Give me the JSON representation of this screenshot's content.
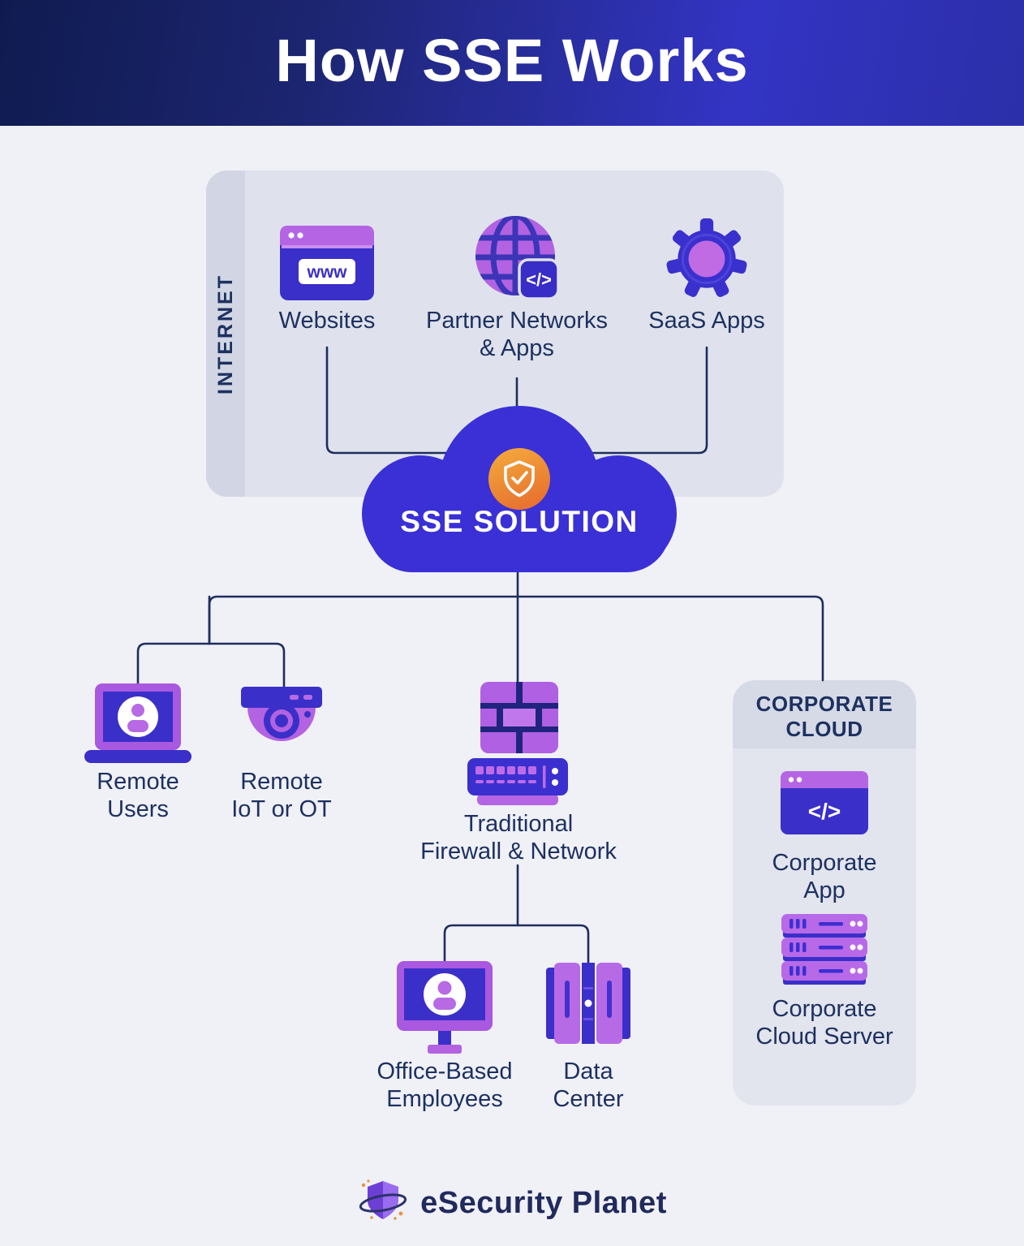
{
  "header": {
    "title": "How SSE Works"
  },
  "internet": {
    "side_label": "INTERNET",
    "items": [
      {
        "label": "Websites",
        "icon": "browser-www-icon",
        "icon_text": "www"
      },
      {
        "label": "Partner Networks\n& Apps",
        "icon": "globe-code-icon",
        "icon_text": "</>"
      },
      {
        "label": "SaaS Apps",
        "icon": "gear-icon"
      }
    ]
  },
  "sse_solution": {
    "label": "SSE SOLUTION",
    "icon": "shield-check-icon"
  },
  "endpoints": {
    "remote_users": {
      "label": "Remote\nUsers",
      "icon": "laptop-user-icon"
    },
    "remote_iot": {
      "label": "Remote\nIoT or OT",
      "icon": "security-camera-icon"
    },
    "firewall": {
      "label": "Traditional\nFirewall & Network",
      "icon": "firewall-brick-icon"
    },
    "office_employees": {
      "label": "Office-Based\nEmployees",
      "icon": "monitor-user-icon"
    },
    "data_center": {
      "label": "Data\nCenter",
      "icon": "server-cabinet-icon"
    }
  },
  "corporate_cloud": {
    "title": "CORPORATE\nCLOUD",
    "items": [
      {
        "label": "Corporate\nApp",
        "icon": "browser-code-icon",
        "icon_text": "</>"
      },
      {
        "label": "Corporate\nCloud Server",
        "icon": "server-stack-icon"
      }
    ]
  },
  "footer": {
    "brand": "eSecurity Planet"
  },
  "colors": {
    "page_bg": "#f0f0f7",
    "panel_bg": "#dfe2ec",
    "panel_strip": "#d2d6e4",
    "corporate_bg": "#e2e4ee",
    "corporate_header_bg": "#d6dae7",
    "indigo": "#3a30cf",
    "purple": "#b565e4",
    "navy_text": "#1d3160",
    "connector": "#1e2d5e",
    "badge_orange": "#ee8a35",
    "cloud": "#3a30d6",
    "header_gradient": [
      "#0f1b50",
      "#3334c4",
      "#2b2fa8"
    ]
  }
}
